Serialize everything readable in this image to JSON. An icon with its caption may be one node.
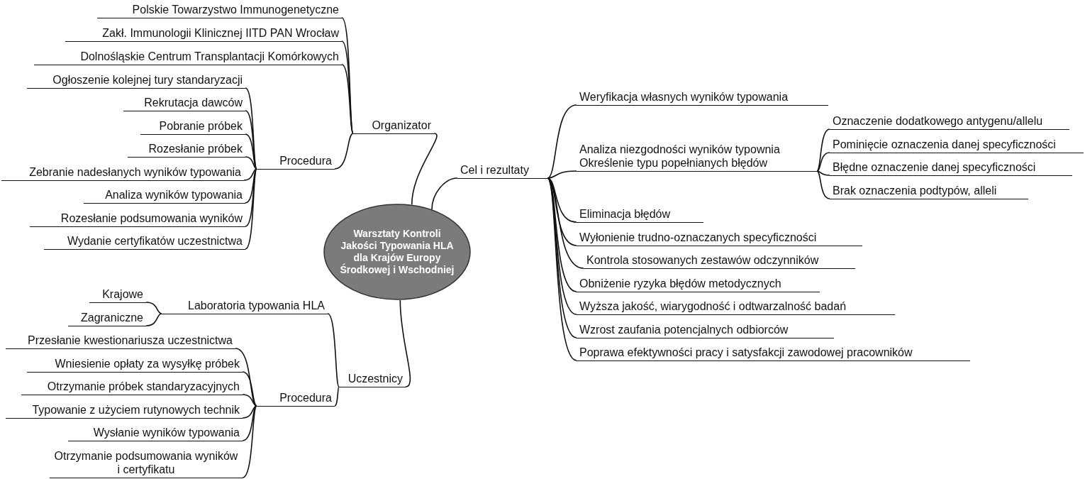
{
  "diagram": {
    "nodes": [
      {
        "text": [
          "Warsztaty Kontroli Jakości Typowania HLA dla Krajów Europy Środkowej i Wschodniej"
        ]
      },
      {
        "text": [
          "Organizator"
        ]
      },
      {
        "text": [
          "Polskie Towarzystwo Immunogenetyczne"
        ]
      },
      {
        "text": [
          "Zakł. Immunologii Klinicznej IITD PAN Wrocław"
        ]
      },
      {
        "text": [
          "Dolnośląskie Centrum Transplantacji Komórkowych"
        ]
      },
      {
        "text": [
          "Procedura"
        ]
      },
      {
        "text": [
          "Ogłoszenie kolejnej tury standaryzacji"
        ]
      },
      {
        "text": [
          "Rekrutacja dawców"
        ]
      },
      {
        "text": [
          "Pobranie próbek"
        ]
      },
      {
        "text": [
          "Rozesłanie próbek"
        ]
      },
      {
        "text": [
          "Zebranie nadesłanych wyników typowania"
        ]
      },
      {
        "text": [
          "Analiza wyników typowania"
        ]
      },
      {
        "text": [
          "Rozesłanie podsumowania wyników"
        ]
      },
      {
        "text": [
          "Wydanie certyfikatów uczestnictwa"
        ]
      },
      {
        "text": [
          "Cel i rezultaty"
        ]
      },
      {
        "text": [
          "Weryfikacja własnych wyników typowania"
        ]
      },
      {
        "text": [
          "Analiza niezgodności wyników typownia",
          "Określenie typu popełnianych błędów"
        ]
      },
      {
        "text": [
          "Oznaczenie dodatkowego antygenu/allelu"
        ]
      },
      {
        "text": [
          "Pominięcie oznaczenia danej specyficzności"
        ]
      },
      {
        "text": [
          "Błędne oznaczenie danej specyficzności"
        ]
      },
      {
        "text": [
          "Brak oznaczenia podtypów, alleli"
        ]
      },
      {
        "text": [
          "Eliminacja błędów"
        ]
      },
      {
        "text": [
          "Wyłonienie trudno-oznaczanych specyficzności"
        ]
      },
      {
        "text": [
          "Kontrola stosowanych zestawów odczynników"
        ]
      },
      {
        "text": [
          "Obniżenie ryzyka błędów metodycznych"
        ]
      },
      {
        "text": [
          "Wyższa jakość, wiarygodność i odtwarzalność badań"
        ]
      },
      {
        "text": [
          "Wzrost zaufania potencjalnych odbiorców"
        ]
      },
      {
        "text": [
          "Poprawa efektywności pracy i satysfakcji zawodowej pracowników"
        ]
      },
      {
        "text": [
          "Uczestnicy"
        ]
      },
      {
        "text": [
          "Laboratoria typowania HLA"
        ]
      },
      {
        "text": [
          "Krajowe"
        ]
      },
      {
        "text": [
          "Zagraniczne"
        ]
      },
      {
        "text": [
          "Procedura"
        ]
      },
      {
        "text": [
          "Przesłanie kwestionariusza uczestnictwa"
        ]
      },
      {
        "text": [
          "Wniesienie opłaty za wysyłkę próbek"
        ]
      },
      {
        "text": [
          "Otrzymanie próbek standaryzacyjnych"
        ]
      },
      {
        "text": [
          "Typowanie z użyciem rutynowych technik"
        ]
      },
      {
        "text": [
          "Wysłanie wyników typowania"
        ]
      },
      {
        "text": [
          "Otrzymanie podsumowania wyników i certyfikatu"
        ]
      }
    ],
    "edges": [
      {
        "from": 0,
        "to": 1,
        "arrow": "none"
      },
      {
        "from": 1,
        "to": 2,
        "arrow": "none"
      },
      {
        "from": 1,
        "to": 3,
        "arrow": "none"
      },
      {
        "from": 1,
        "to": 4,
        "arrow": "none"
      },
      {
        "from": 1,
        "to": 5,
        "arrow": "none"
      },
      {
        "from": 5,
        "to": 6,
        "arrow": "none"
      },
      {
        "from": 5,
        "to": 7,
        "arrow": "none"
      },
      {
        "from": 5,
        "to": 8,
        "arrow": "none"
      },
      {
        "from": 5,
        "to": 9,
        "arrow": "none"
      },
      {
        "from": 5,
        "to": 10,
        "arrow": "none"
      },
      {
        "from": 5,
        "to": 11,
        "arrow": "none"
      },
      {
        "from": 5,
        "to": 12,
        "arrow": "none"
      },
      {
        "from": 5,
        "to": 13,
        "arrow": "none"
      },
      {
        "from": 0,
        "to": 14,
        "arrow": "none"
      },
      {
        "from": 14,
        "to": 15,
        "arrow": "none"
      },
      {
        "from": 14,
        "to": 16,
        "arrow": "none"
      },
      {
        "from": 16,
        "to": 17,
        "arrow": "none"
      },
      {
        "from": 16,
        "to": 18,
        "arrow": "none"
      },
      {
        "from": 16,
        "to": 19,
        "arrow": "none"
      },
      {
        "from": 16,
        "to": 20,
        "arrow": "none"
      },
      {
        "from": 14,
        "to": 21,
        "arrow": "none"
      },
      {
        "from": 14,
        "to": 22,
        "arrow": "none"
      },
      {
        "from": 14,
        "to": 23,
        "arrow": "none"
      },
      {
        "from": 14,
        "to": 24,
        "arrow": "none"
      },
      {
        "from": 14,
        "to": 25,
        "arrow": "none"
      },
      {
        "from": 14,
        "to": 26,
        "arrow": "none"
      },
      {
        "from": 14,
        "to": 27,
        "arrow": "none"
      },
      {
        "from": 0,
        "to": 28,
        "arrow": "none"
      },
      {
        "from": 28,
        "to": 29,
        "arrow": "none"
      },
      {
        "from": 29,
        "to": 30,
        "arrow": "none"
      },
      {
        "from": 29,
        "to": 31,
        "arrow": "none"
      },
      {
        "from": 28,
        "to": 32,
        "arrow": "none"
      },
      {
        "from": 32,
        "to": 33,
        "arrow": "none"
      },
      {
        "from": 32,
        "to": 34,
        "arrow": "none"
      },
      {
        "from": 32,
        "to": 35,
        "arrow": "none"
      },
      {
        "from": 32,
        "to": 36,
        "arrow": "none"
      },
      {
        "from": 32,
        "to": 37,
        "arrow": "none"
      },
      {
        "from": 32,
        "to": 38,
        "arrow": "none"
      }
    ]
  }
}
